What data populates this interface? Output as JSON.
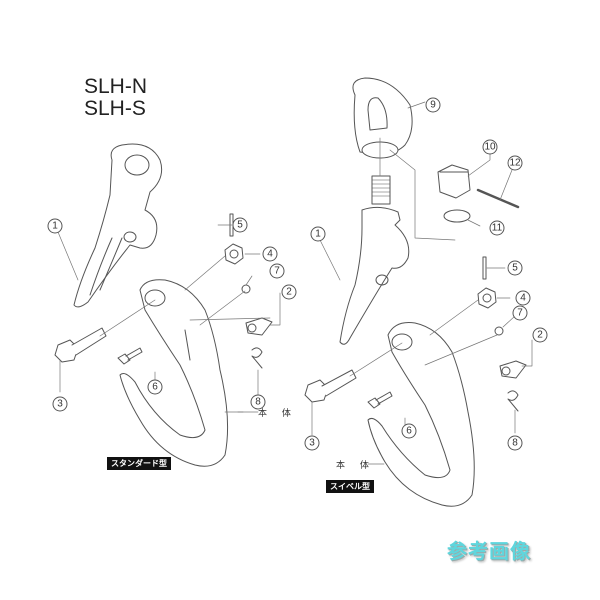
{
  "titles": [
    "SLH-N",
    "SLH-S"
  ],
  "left_diagram": {
    "label": "スタンダード型",
    "body_label": "本 体",
    "callouts": [
      "1",
      "2",
      "3",
      "4",
      "5",
      "6",
      "7",
      "8"
    ]
  },
  "right_diagram": {
    "label": "スイベル型",
    "body_label": "本 体",
    "callouts": [
      "1",
      "2",
      "3",
      "4",
      "5",
      "6",
      "7",
      "8",
      "9",
      "10",
      "11",
      "12"
    ]
  },
  "watermark": "参考画像",
  "colors": {
    "line": "#555555",
    "watermark": "#5fd6dd",
    "badge": "#111111"
  }
}
